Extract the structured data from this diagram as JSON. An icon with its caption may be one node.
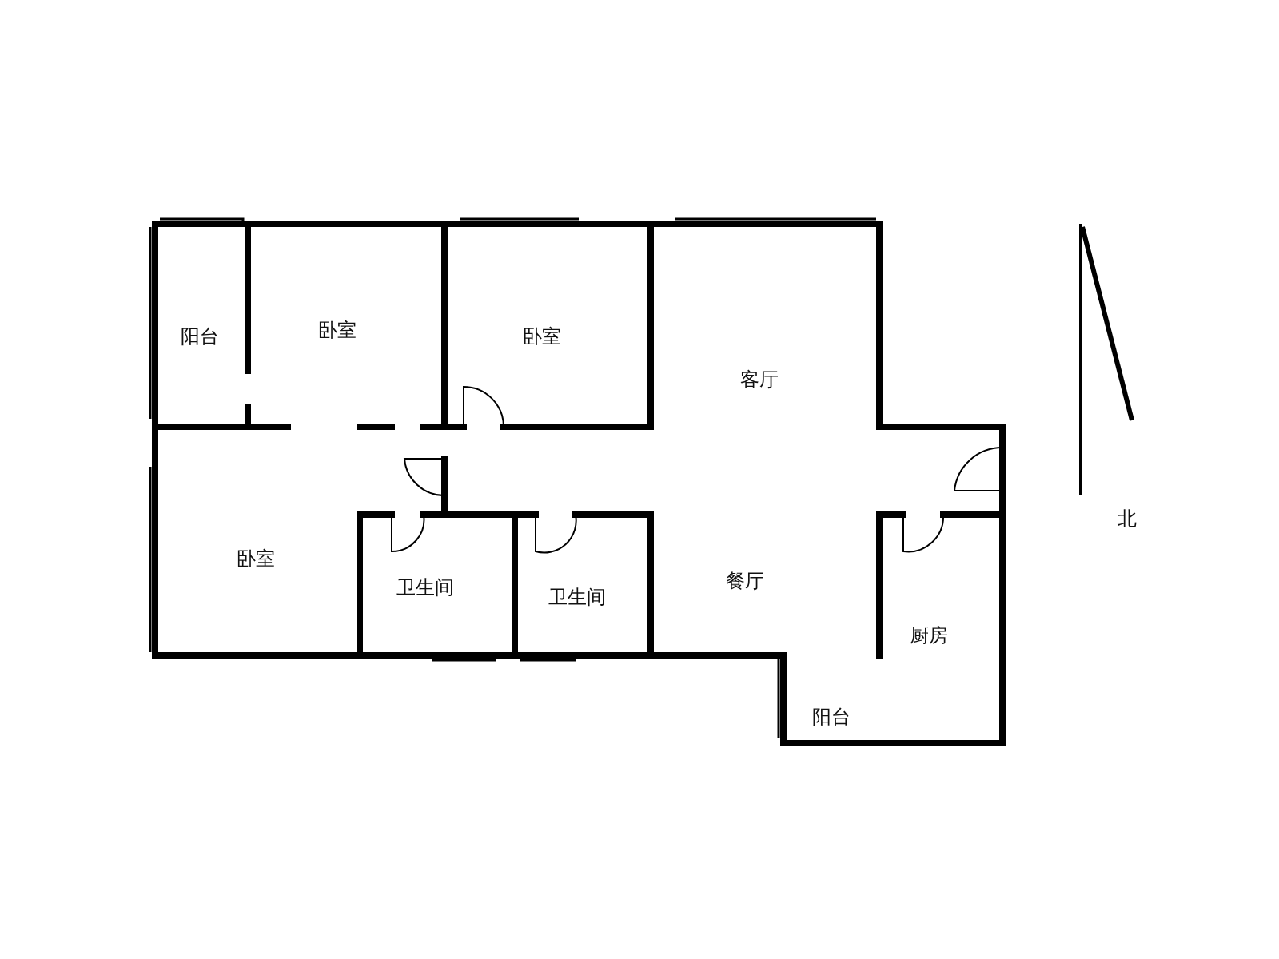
{
  "diagram": {
    "labels": [
      "阳台",
      "卧室",
      "卧室",
      "客厅",
      "卧室",
      "卫生间",
      "卫生间",
      "餐厅",
      "厨房",
      "阳台",
      "北"
    ]
  }
}
